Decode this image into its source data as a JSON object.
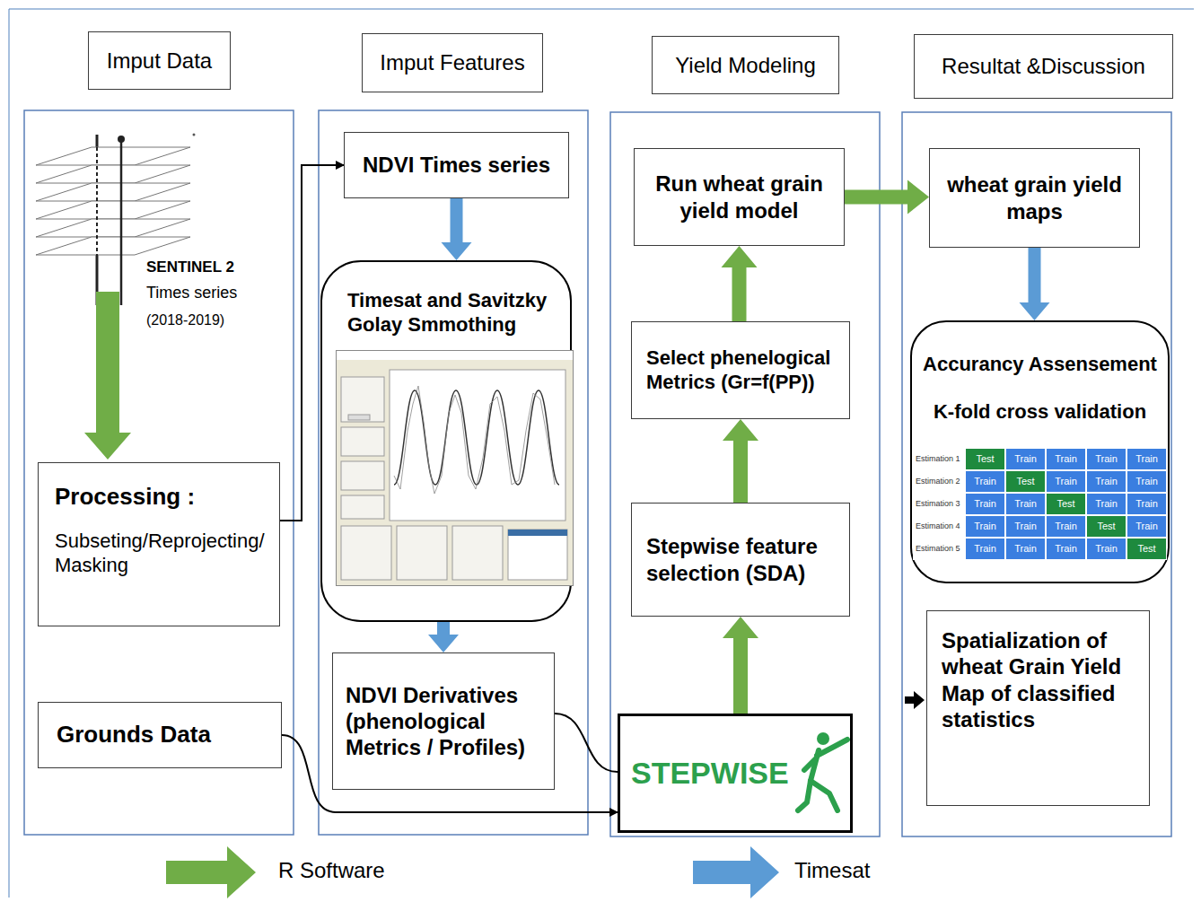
{
  "diagram": {
    "nodes": [
      {
        "text": [
          "Imput Data"
        ]
      },
      {
        "text": [
          "Imput Features"
        ]
      },
      {
        "text": [
          "Yield Modeling"
        ]
      },
      {
        "text": [
          "Resultat &Discussion"
        ]
      },
      {
        "text": [
          "Processing :",
          "Subseting/Reprojecting/ Masking"
        ]
      },
      {
        "text": [
          "Grounds Data"
        ]
      },
      {
        "text": [
          "NDVI Times series"
        ]
      },
      {
        "text": [
          "Timesat and Savitzky Golay Smmothing"
        ]
      },
      {
        "text": [
          "NDVI Derivatives (phenological Metrics / Profiles)"
        ]
      },
      {
        "text": [
          "STEPWISE"
        ]
      },
      {
        "text": [
          "Stepwise feature selection (SDA)"
        ]
      },
      {
        "text": [
          "Select phenelogical Metrics (Gr=f(PP))"
        ]
      },
      {
        "text": [
          "Run wheat grain yield model"
        ]
      },
      {
        "text": [
          "wheat grain yield maps"
        ]
      },
      {
        "text": [
          "Accurancy Assensement",
          "K-fold cross validation"
        ]
      },
      {
        "text": [
          "Spatialization of wheat Grain Yield Map of classified statistics"
        ]
      }
    ],
    "edges": [
      {
        "from": 4,
        "to": 6,
        "arrow": "to"
      },
      {
        "from": 6,
        "to": 7,
        "arrow": "to"
      },
      {
        "from": 7,
        "to": 8,
        "arrow": "to"
      },
      {
        "from": 8,
        "to": 9,
        "arrow": "none"
      },
      {
        "from": 5,
        "to": 9,
        "arrow": "to"
      },
      {
        "from": 9,
        "to": 10,
        "arrow": "to"
      },
      {
        "from": 10,
        "to": 11,
        "arrow": "to"
      },
      {
        "from": 11,
        "to": 12,
        "arrow": "to"
      },
      {
        "from": 12,
        "to": 13,
        "arrow": "to"
      },
      {
        "from": 13,
        "to": 14,
        "arrow": "to"
      }
    ],
    "labels": [
      "SENTINEL 2",
      "Times series",
      "(2018-2019)",
      "Estimation 1",
      "Test",
      "Train",
      "Train",
      "Train",
      "Train",
      "Estimation 2",
      "Train",
      "Test",
      "Train",
      "Train",
      "Train",
      "Estimation 3",
      "Train",
      "Train",
      "Test",
      "Train",
      "Train",
      "Estimation 4",
      "Train",
      "Train",
      "Train",
      "Test",
      "Train",
      "Estimation 5",
      "Train",
      "Train",
      "Train",
      "Train",
      "Test"
    ],
    "legend": [
      {
        "text": "R Software"
      },
      {
        "text": "Timesat"
      }
    ]
  }
}
